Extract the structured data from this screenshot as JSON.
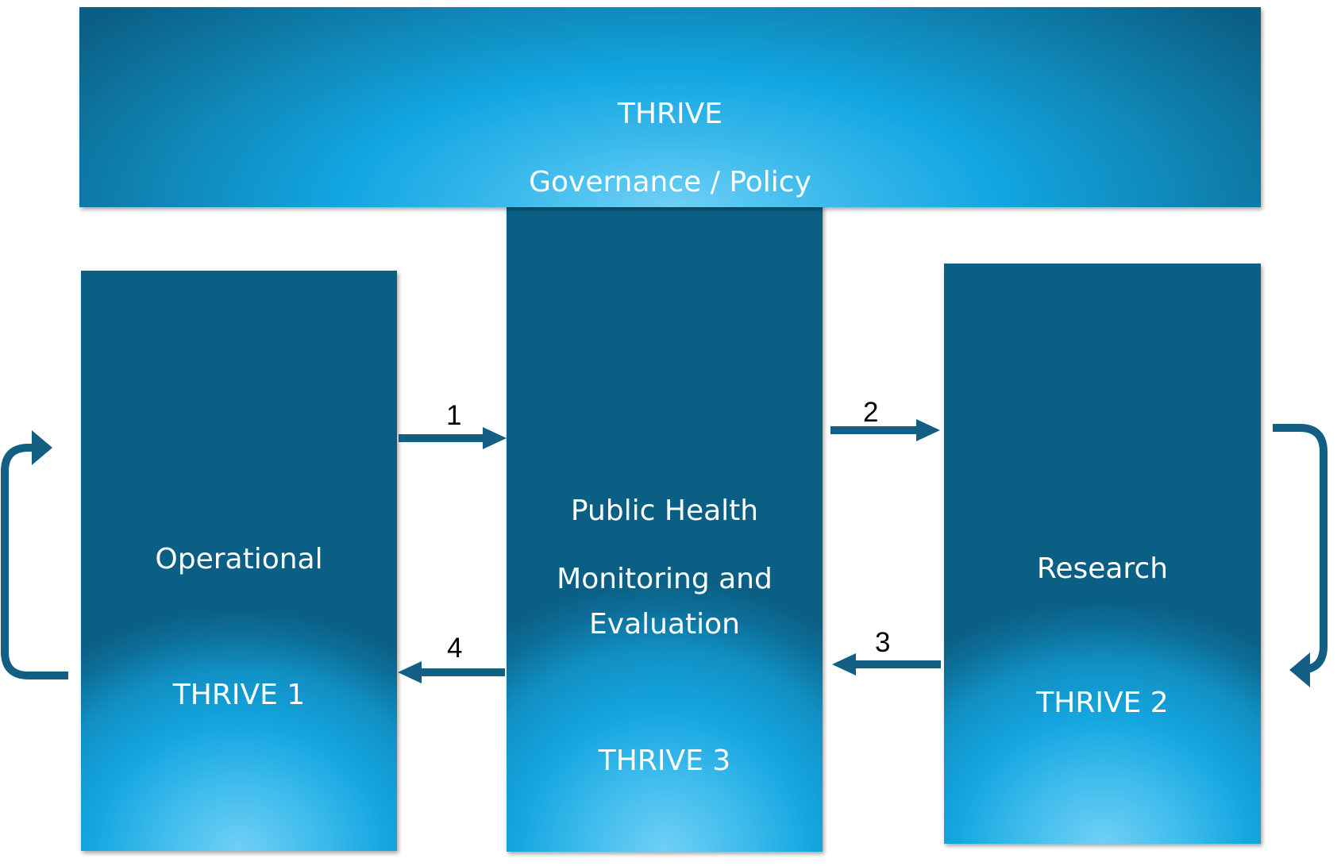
{
  "governance": {
    "title": "THRIVE",
    "subtitle": "Governance / Policy"
  },
  "operational": {
    "label": "Operational",
    "tag": "THRIVE 1"
  },
  "public_health": {
    "line1": "Public Health",
    "line2": "Monitoring and",
    "line3": "Evaluation",
    "tag": "THRIVE 3"
  },
  "research": {
    "label": "Research",
    "tag": "THRIVE 2"
  },
  "flows": {
    "f1": "1",
    "f2": "2",
    "f3": "3",
    "f4": "4"
  },
  "colors": {
    "arrow": "#135f84",
    "box_dark": "#0b5f85",
    "box_light": "#6fd0f6"
  }
}
